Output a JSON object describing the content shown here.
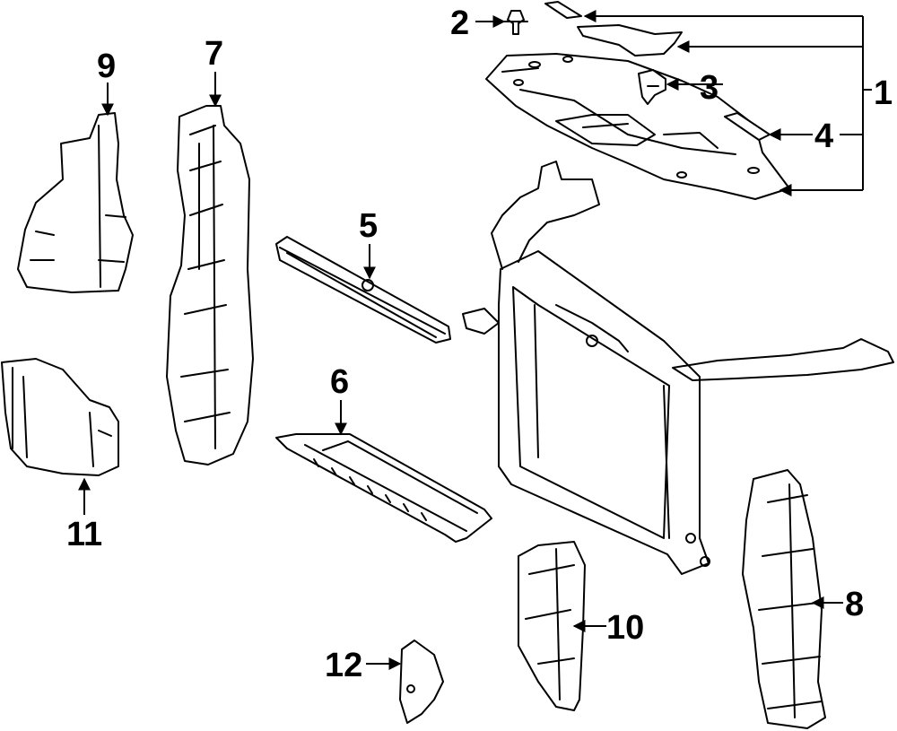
{
  "diagram": {
    "callouts": {
      "c1": "1",
      "c2": "2",
      "c3": "3",
      "c4": "4",
      "c5": "5",
      "c6": "6",
      "c7": "7",
      "c8": "8",
      "c9": "9",
      "c10": "10",
      "c11": "11",
      "c12": "12"
    },
    "line_color": "#000000",
    "background_color": "#ffffff"
  }
}
